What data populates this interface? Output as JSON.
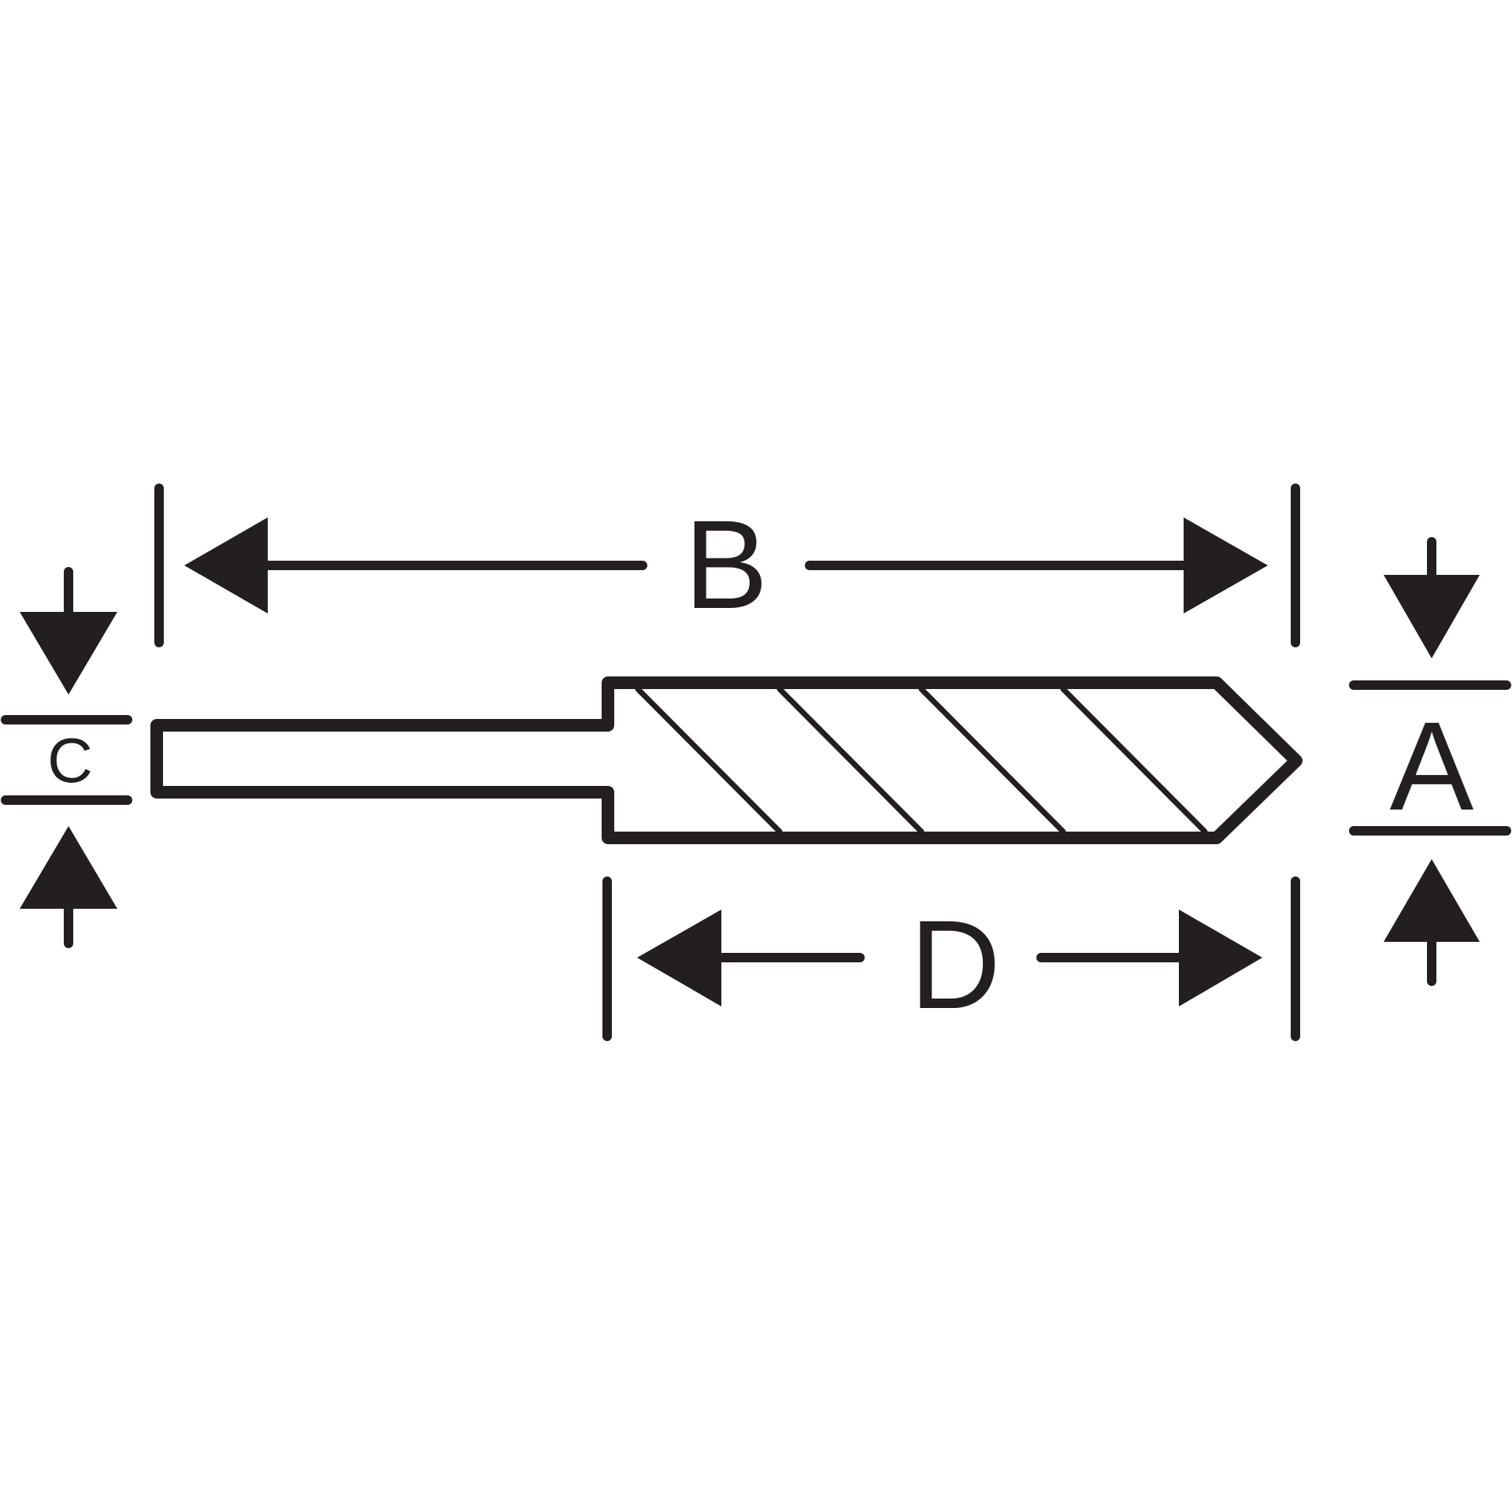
{
  "labels": {
    "overall_length": "B",
    "flute_length": "D",
    "cutting_diameter": "A",
    "shank_diameter": "C"
  },
  "colors": {
    "ink": "#231f20",
    "background": "#ffffff"
  }
}
